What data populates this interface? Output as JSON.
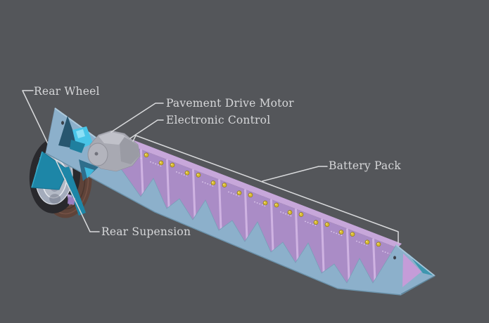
{
  "labels": {
    "rear_wheel": "Rear Wheel",
    "pavement_drive_motor": "Pavement Drive Motor",
    "electronic_control": "Electronic Control",
    "battery_pack": "Battery Pack",
    "rear_suspension": "Rear Supension"
  },
  "colors": {
    "background": "#54565a",
    "label_text": "#d6d7d9",
    "leader_line": "#d9dadc",
    "deck_blue": "#8cb0cb",
    "battery_purple": "#aa8cc6",
    "battery_top_purple": "#c7a7da",
    "divider_purple": "#cfb3e2",
    "tail_pink": "#c59cd8",
    "tail_teal": "#3e96af",
    "suspension_teal": "#1d86a7",
    "motor_cyan": "#49c5e8",
    "motor_gray": "#a8a9b2",
    "screw_yellow": "#d9bb31",
    "tire_black": "#29292d",
    "tread_brown": "#5f4339",
    "hub_gray": "#a4acbc"
  }
}
